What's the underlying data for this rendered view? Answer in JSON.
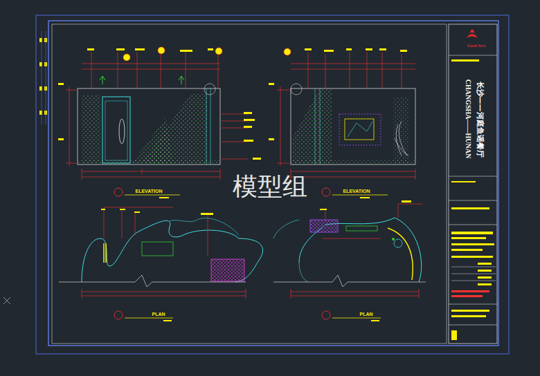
{
  "diagram": {
    "labels": [
      "ELEVATION",
      "ELEVATION",
      "PLAN",
      "PLAN",
      "CHANGSHA——HUNAN",
      "长沙——河庭鱼谣餐厅",
      "Good Arts",
      "模型组"
    ]
  }
}
